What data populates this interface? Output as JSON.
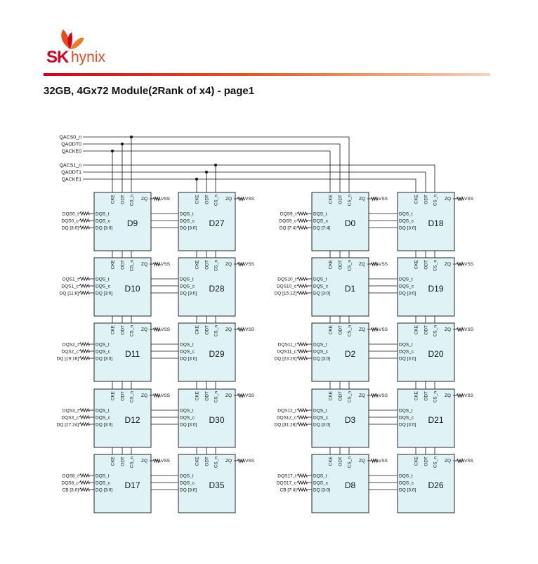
{
  "brand": {
    "sk": "SK",
    "hynix": "hynix",
    "colors": {
      "red": "#d6001c",
      "orange": "#e84a1b",
      "chip_fill": "#dff3f7"
    }
  },
  "title": "32GB, 4Gx72 Module(2Rank of x4) - page1",
  "buses": {
    "rank0": [
      "QACS0_n",
      "QAODT0",
      "QACKE0"
    ],
    "rank1": [
      "QACS1_n",
      "QAODT1",
      "QACKE1"
    ]
  },
  "pins": {
    "top": [
      "CKE",
      "ODT",
      "CS_n"
    ],
    "left": [
      "DQS_t",
      "DQS_c",
      "DQ [3:0]"
    ],
    "zq": "ZQ",
    "vss": "VSS"
  },
  "groups": [
    {
      "side": "left",
      "row": 0,
      "primary": "D9",
      "secondary": "D27",
      "signals": [
        "DQS0_t",
        "DQS0_c",
        "DQ [3:0]"
      ],
      "dq_pin": "DQ [3:0]"
    },
    {
      "side": "left",
      "row": 1,
      "primary": "D10",
      "secondary": "D28",
      "signals": [
        "DQS1_t",
        "DQS1_c",
        "DQ [11:8]"
      ],
      "dq_pin": "DQ [3:0]"
    },
    {
      "side": "left",
      "row": 2,
      "primary": "D11",
      "secondary": "D29",
      "signals": [
        "DQS2_t",
        "DQS2_c",
        "DQ [19:16]"
      ],
      "dq_pin": "DQ [3:0]"
    },
    {
      "side": "left",
      "row": 3,
      "primary": "D12",
      "secondary": "D30",
      "signals": [
        "DQS3_t",
        "DQS3_c",
        "DQ [27:24]"
      ],
      "dq_pin": "DQ [3:0]"
    },
    {
      "side": "left",
      "row": 4,
      "primary": "D17",
      "secondary": "D35",
      "signals": [
        "DQS8_t",
        "DQS8_c",
        "CB [3:0]"
      ],
      "dq_pin": "DQ [3:0]"
    },
    {
      "side": "right",
      "row": 0,
      "primary": "D0",
      "secondary": "D18",
      "signals": [
        "DQS9_t",
        "DQS9_c",
        "DQ [7:4]"
      ],
      "dq_pin": "DQ [7:4]"
    },
    {
      "side": "right",
      "row": 1,
      "primary": "D1",
      "secondary": "D19",
      "signals": [
        "DQS10_t",
        "DQS10_c",
        "DQ [15:12]"
      ],
      "dq_pin": "DQ [3:0]"
    },
    {
      "side": "right",
      "row": 2,
      "primary": "D2",
      "secondary": "D20",
      "signals": [
        "DQS11_t",
        "DQS11_c",
        "DQ [23:20]"
      ],
      "dq_pin": "DQ [3:0]"
    },
    {
      "side": "right",
      "row": 3,
      "primary": "D3",
      "secondary": "D21",
      "signals": [
        "DQS12_t",
        "DQS12_c",
        "DQ [31:28]"
      ],
      "dq_pin": "DQ [3:0]"
    },
    {
      "side": "right",
      "row": 4,
      "primary": "D8",
      "secondary": "D26",
      "signals": [
        "DQS17_t",
        "DQS17_c",
        "CB [7:4]"
      ],
      "dq_pin": "DQ [3:0]"
    }
  ]
}
